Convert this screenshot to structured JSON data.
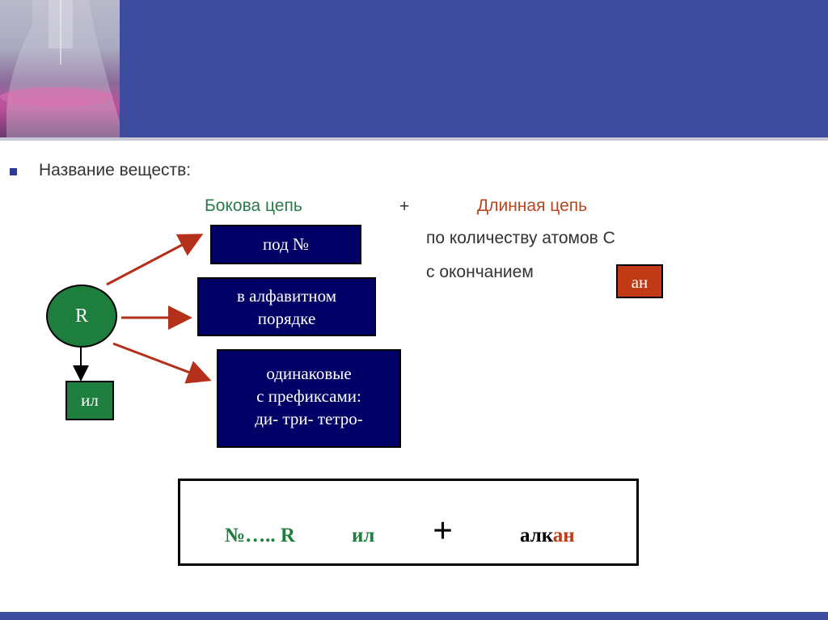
{
  "header": {
    "image": "flask-photo"
  },
  "content": {
    "heading": "Название веществ:",
    "side_chain": "Бокова цепь",
    "plus": "+",
    "long_chain": "Длинная цепь",
    "count_text": "по количеству атомов С",
    "ending_text": "с окончанием",
    "ending_box": "ан"
  },
  "diagram": {
    "circle": "R",
    "il_box": "ил",
    "box_num": "под №",
    "box_alpha_1": "в алфавитном",
    "box_alpha_2": "порядке",
    "box_same_1": "одинаковые",
    "box_same_2": "с префиксами:",
    "box_same_3": "ди- три- тетро-"
  },
  "formula": {
    "num_r": "№….. R",
    "il": "ил",
    "plus": "+",
    "alk": "алк",
    "an": "ан"
  },
  "colors": {
    "header": "#3d4c9f",
    "green": "#1e7e3e",
    "navy_box": "#000066",
    "orange": "#c03b15",
    "arrow": "#b5301b"
  }
}
